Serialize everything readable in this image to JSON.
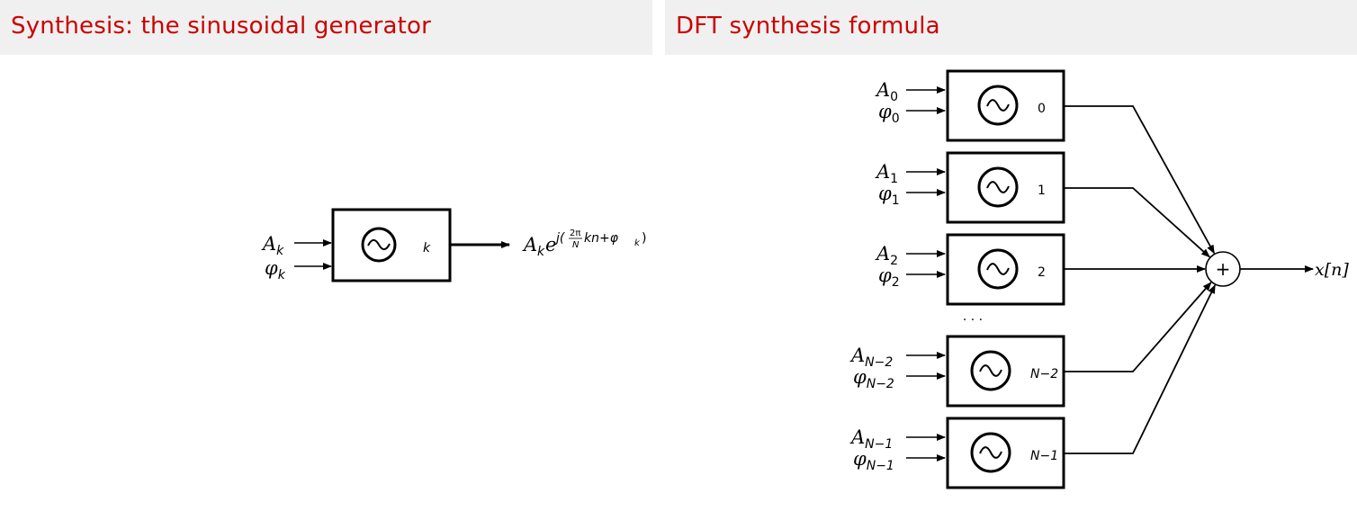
{
  "left_slide": {
    "title": "Synthesis: the sinusoidal generator",
    "generator": {
      "amplitude_label": "A",
      "phase_label": "φ",
      "index": "k",
      "oscillator_symbol": "~",
      "output_A": "A",
      "output_k": "k",
      "output_e": "e",
      "output_exp_j": "j(",
      "output_exp_2pi": "2π",
      "output_exp_N": "N",
      "output_exp_kn": "kn+φ",
      "output_exp_k": "k",
      "output_exp_close": ")"
    }
  },
  "right_slide": {
    "title": "DFT synthesis formula",
    "generators": [
      {
        "index": "0",
        "amp_sub": "0",
        "phase_sub": "0"
      },
      {
        "index": "1",
        "amp_sub": "1",
        "phase_sub": "1"
      },
      {
        "index": "2",
        "amp_sub": "2",
        "phase_sub": "2"
      },
      {
        "index": "N−2",
        "amp_sub": "N−2",
        "phase_sub": "N−2"
      },
      {
        "index": "N−1",
        "amp_sub": "N−1",
        "phase_sub": "N−1"
      }
    ],
    "amplitude_label": "A",
    "phase_label": "φ",
    "ellipsis": "· · ·",
    "adder_symbol": "+",
    "output_label": "x[n]"
  }
}
